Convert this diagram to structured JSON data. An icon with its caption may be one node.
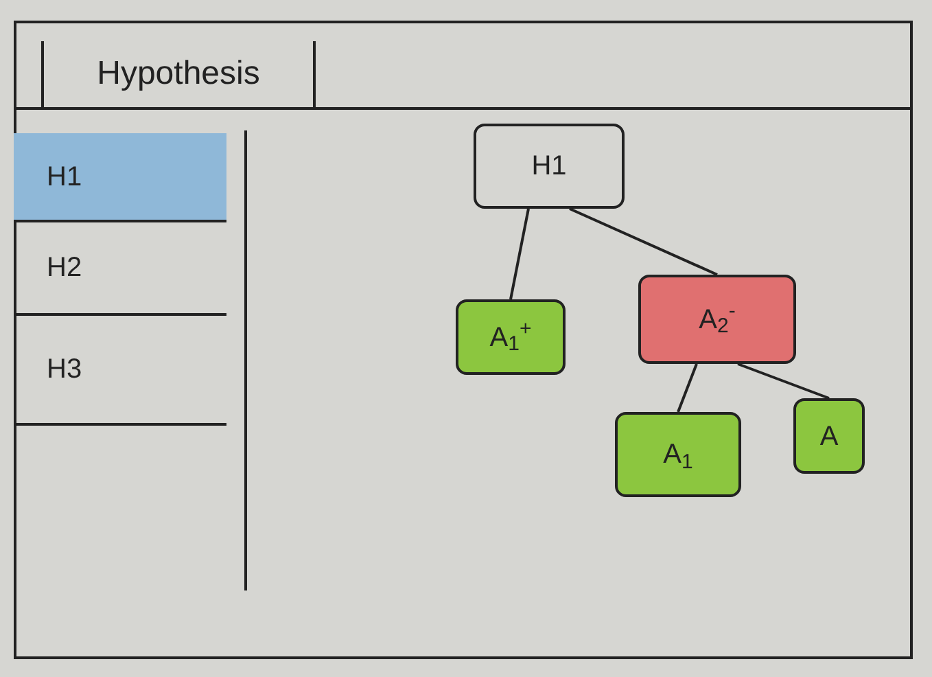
{
  "diagram": {
    "nodes": [
      {
        "text": [
          "Hypothesis"
        ]
      },
      {
        "text": [
          "H1"
        ]
      },
      {
        "text": [
          "H2"
        ]
      },
      {
        "text": [
          "H3"
        ]
      },
      {
        "text": [
          "H1"
        ]
      },
      {
        "text": [
          "A$_{1}$$^{+}$"
        ]
      },
      {
        "text": [
          "A$_{2}$$^{-}$"
        ]
      },
      {
        "text": [
          "A$_{1}$"
        ]
      },
      {
        "text": [
          "A"
        ]
      }
    ],
    "edges": [
      {
        "from": 4,
        "to": 5,
        "arrow": "none"
      },
      {
        "from": 4,
        "to": 6,
        "arrow": "none"
      },
      {
        "from": 6,
        "to": 7,
        "arrow": "none"
      },
      {
        "from": 6,
        "to": 8,
        "arrow": "none"
      }
    ]
  }
}
